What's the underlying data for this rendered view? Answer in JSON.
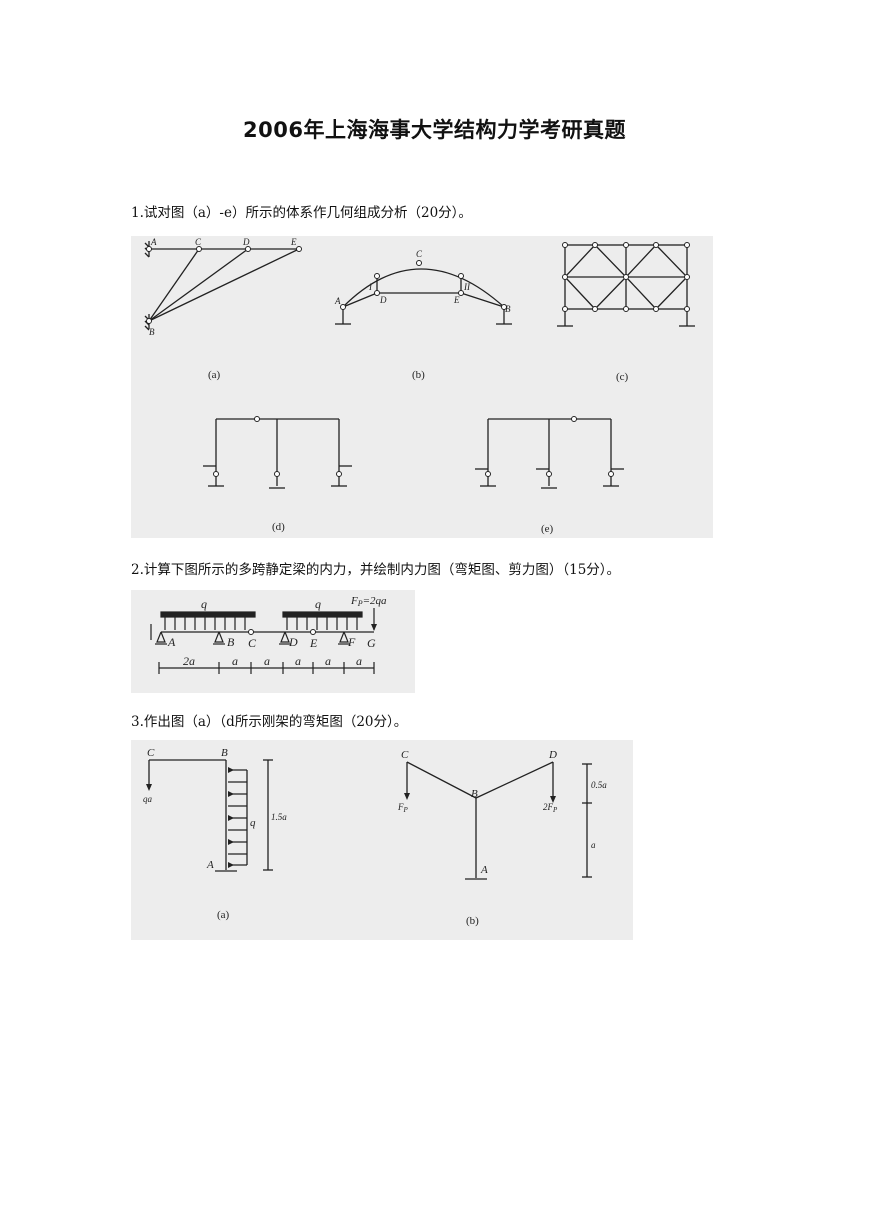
{
  "title": "2006年上海海事大学结构力学考研真题",
  "questions": [
    {
      "text": "1.试对图（a）-e）所示的体系作几何组成分析（20分）。",
      "figures": {
        "a": {
          "caption": "(a)",
          "labels": [
            "A",
            "C",
            "D",
            "E",
            "B"
          ]
        },
        "b": {
          "caption": "(b)",
          "labels": [
            "C",
            "I",
            "II",
            "A",
            "D",
            "E",
            "B"
          ]
        },
        "c": {
          "caption": "(c)"
        },
        "d": {
          "caption": "(d)"
        },
        "e": {
          "caption": "(e)"
        }
      }
    },
    {
      "text": "2.计算下图所示的多跨静定梁的内力，并绘制内力图（弯矩图、剪力图）（15分）。",
      "figure": {
        "load_q": "q",
        "load_q2": "q",
        "force_label": "F",
        "force_sub": "P",
        "force_value": "=2qa",
        "points": [
          "A",
          "B",
          "C",
          "D",
          "E",
          "F",
          "G"
        ],
        "dims": [
          "2a",
          "a",
          "a",
          "a",
          "a",
          "a"
        ]
      }
    },
    {
      "text": "3.作出图（a）（d所示刚架的弯矩图（20分）。",
      "figures": {
        "a": {
          "caption": "(a)",
          "C": "C",
          "B": "B",
          "A": "A",
          "load": "qa",
          "q": "q",
          "dim": "1.5a"
        },
        "b": {
          "caption": "(b)",
          "C": "C",
          "D": "D",
          "B": "B",
          "A": "A",
          "fp": "F",
          "fp_sub": "P",
          "fp2": "2F",
          "fp2_sub": "P",
          "dim1": "0.5a",
          "dim2": "a"
        }
      }
    }
  ]
}
